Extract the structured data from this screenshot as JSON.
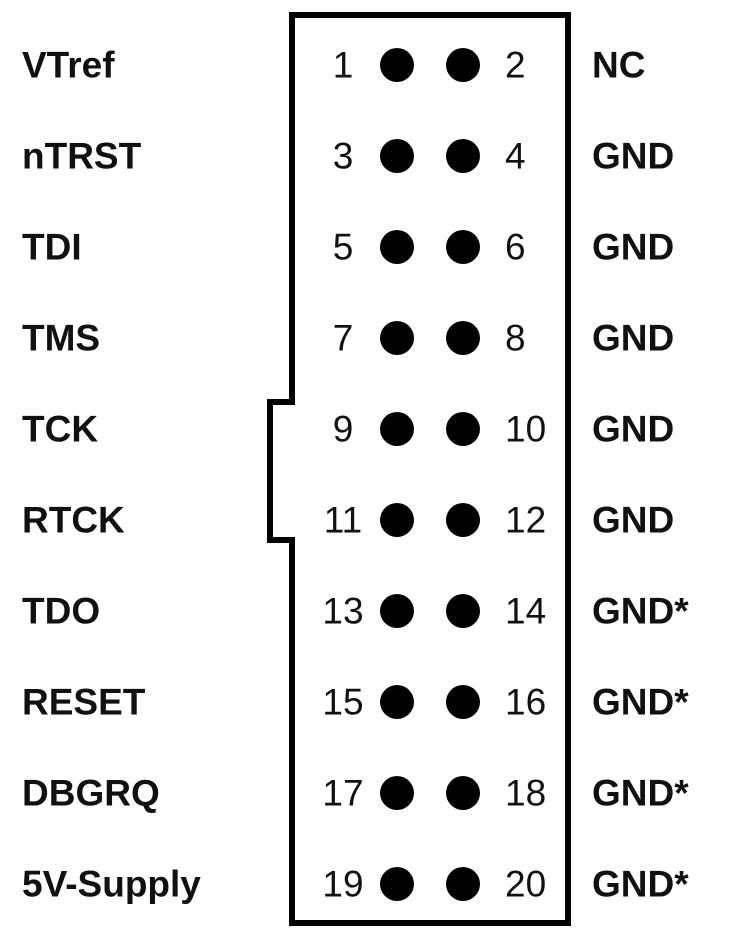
{
  "rows": [
    {
      "left_label": "VTref",
      "left_pin": "1",
      "right_pin": "2",
      "right_label": "NC"
    },
    {
      "left_label": "nTRST",
      "left_pin": "3",
      "right_pin": "4",
      "right_label": "GND"
    },
    {
      "left_label": "TDI",
      "left_pin": "5",
      "right_pin": "6",
      "right_label": "GND"
    },
    {
      "left_label": "TMS",
      "left_pin": "7",
      "right_pin": "8",
      "right_label": "GND"
    },
    {
      "left_label": "TCK",
      "left_pin": "9",
      "right_pin": "10",
      "right_label": "GND"
    },
    {
      "left_label": "RTCK",
      "left_pin": "11",
      "right_pin": "12",
      "right_label": "GND"
    },
    {
      "left_label": "TDO",
      "left_pin": "13",
      "right_pin": "14",
      "right_label": "GND*"
    },
    {
      "left_label": "RESET",
      "left_pin": "15",
      "right_pin": "16",
      "right_label": "GND*"
    },
    {
      "left_label": "DBGRQ",
      "left_pin": "17",
      "right_pin": "18",
      "right_label": "GND*"
    },
    {
      "left_label": "5V-Supply",
      "left_pin": "19",
      "right_pin": "20",
      "right_label": "GND*"
    }
  ],
  "colors": {
    "outline": "#000000",
    "dot": "#000000",
    "text": "#111111",
    "background": "#ffffff"
  }
}
